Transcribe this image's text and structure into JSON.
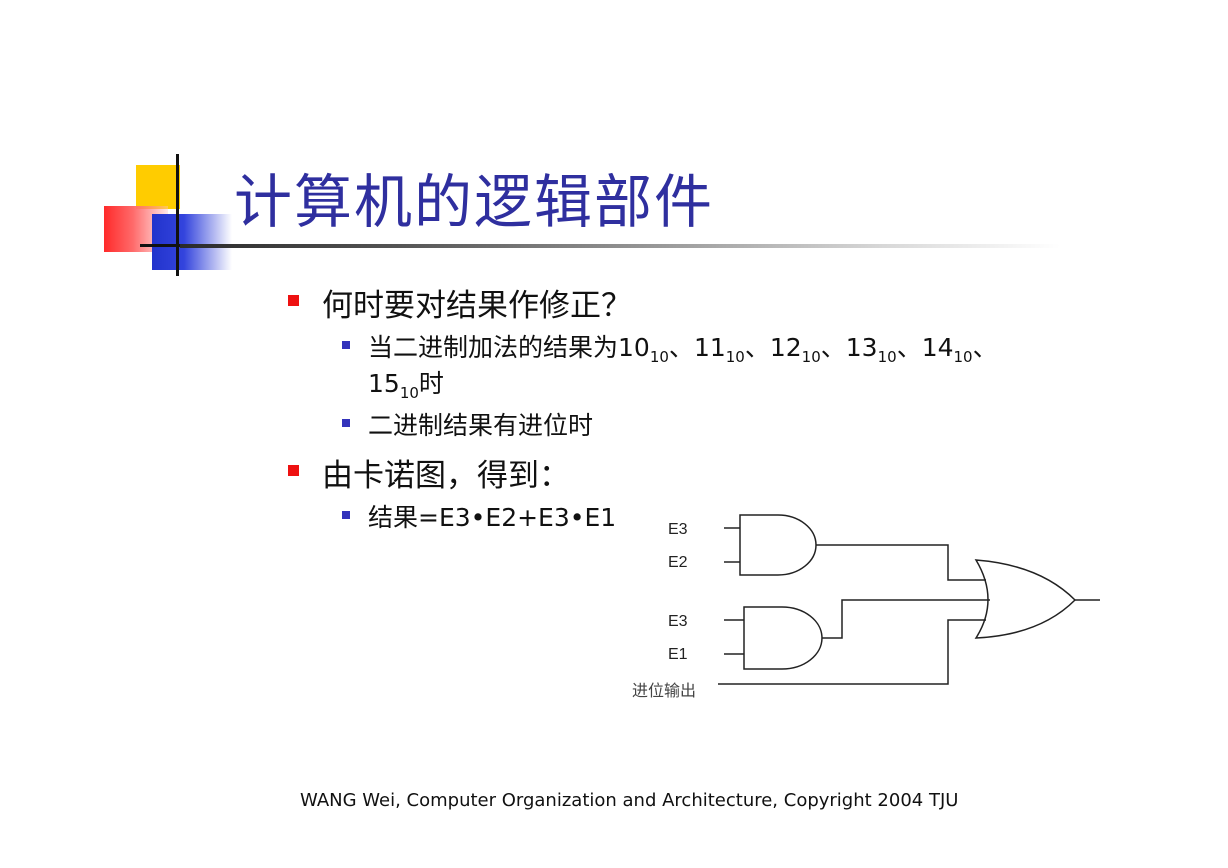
{
  "title": "计算机的逻辑部件",
  "bullets": {
    "b1": "何时要对结果作修正？",
    "b1_1": {
      "prefix": "当二进制加法的结果为",
      "n1": "10",
      "n2": "11",
      "n3": "12",
      "n4": "13",
      "n5": "14",
      "n6": "15",
      "base": "10",
      "sep": "、",
      "suffix": "时"
    },
    "b1_2": "二进制结果有进位时",
    "b2": "由卡诺图，得到：",
    "b2_1": {
      "prefix": "结果",
      "formula": "=E3•E2+E3•E1"
    }
  },
  "circuit": {
    "inputs": {
      "a": "E3",
      "b": "E2",
      "c": "E3",
      "d": "E1"
    },
    "carry_label": "进位输出"
  },
  "footer": "WANG Wei, Computer Organization and Architecture, Copyright 2004 TJU"
}
